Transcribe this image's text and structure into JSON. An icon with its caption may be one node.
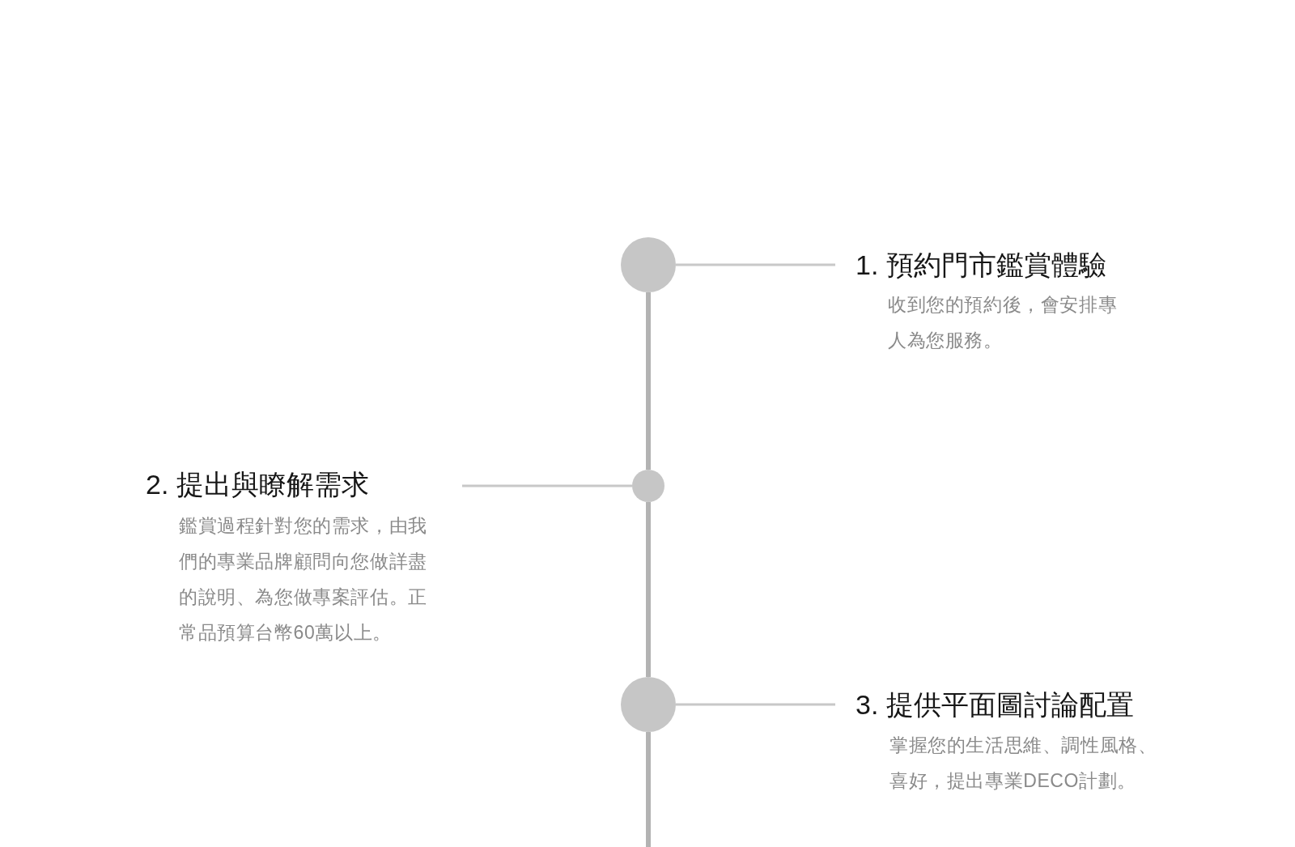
{
  "diagram": {
    "nodes": [
      {
        "text": [],
        "shape": "circle"
      },
      {
        "text": [
          "1. 預約門市鑑賞體驗",
          "收到您的預約後，會安排專人為您服務。"
        ]
      },
      {
        "text": [
          "2. 提出與瞭解需求",
          "鑑賞過程針對您的需求，由我們的專業品牌顧問向您做詳盡的說明、為您做專案評估。正常品預算台幣60萬以上。"
        ]
      },
      {
        "text": [],
        "shape": "circle"
      },
      {
        "text": [],
        "shape": "circle"
      },
      {
        "text": [
          "3. 提供平面圖討論配置",
          "掌握您的生活思維、調性風格、喜好，提出專業DECO計劃。"
        ]
      }
    ],
    "edges": [
      {
        "from": 0,
        "to": 1,
        "arrow": "none"
      },
      {
        "from": 0,
        "to": 3,
        "arrow": "none",
        "style": "thick",
        "color": "#b3b3b3"
      },
      {
        "from": 3,
        "to": 2,
        "arrow": "none"
      },
      {
        "from": 3,
        "to": 4,
        "arrow": "none",
        "style": "thick",
        "color": "#b3b3b3"
      },
      {
        "from": 4,
        "to": 5,
        "arrow": "none"
      },
      {
        "from": 4,
        "to": null,
        "arrow": "none",
        "style": "thick",
        "color": "#b3b3b3"
      }
    ]
  }
}
